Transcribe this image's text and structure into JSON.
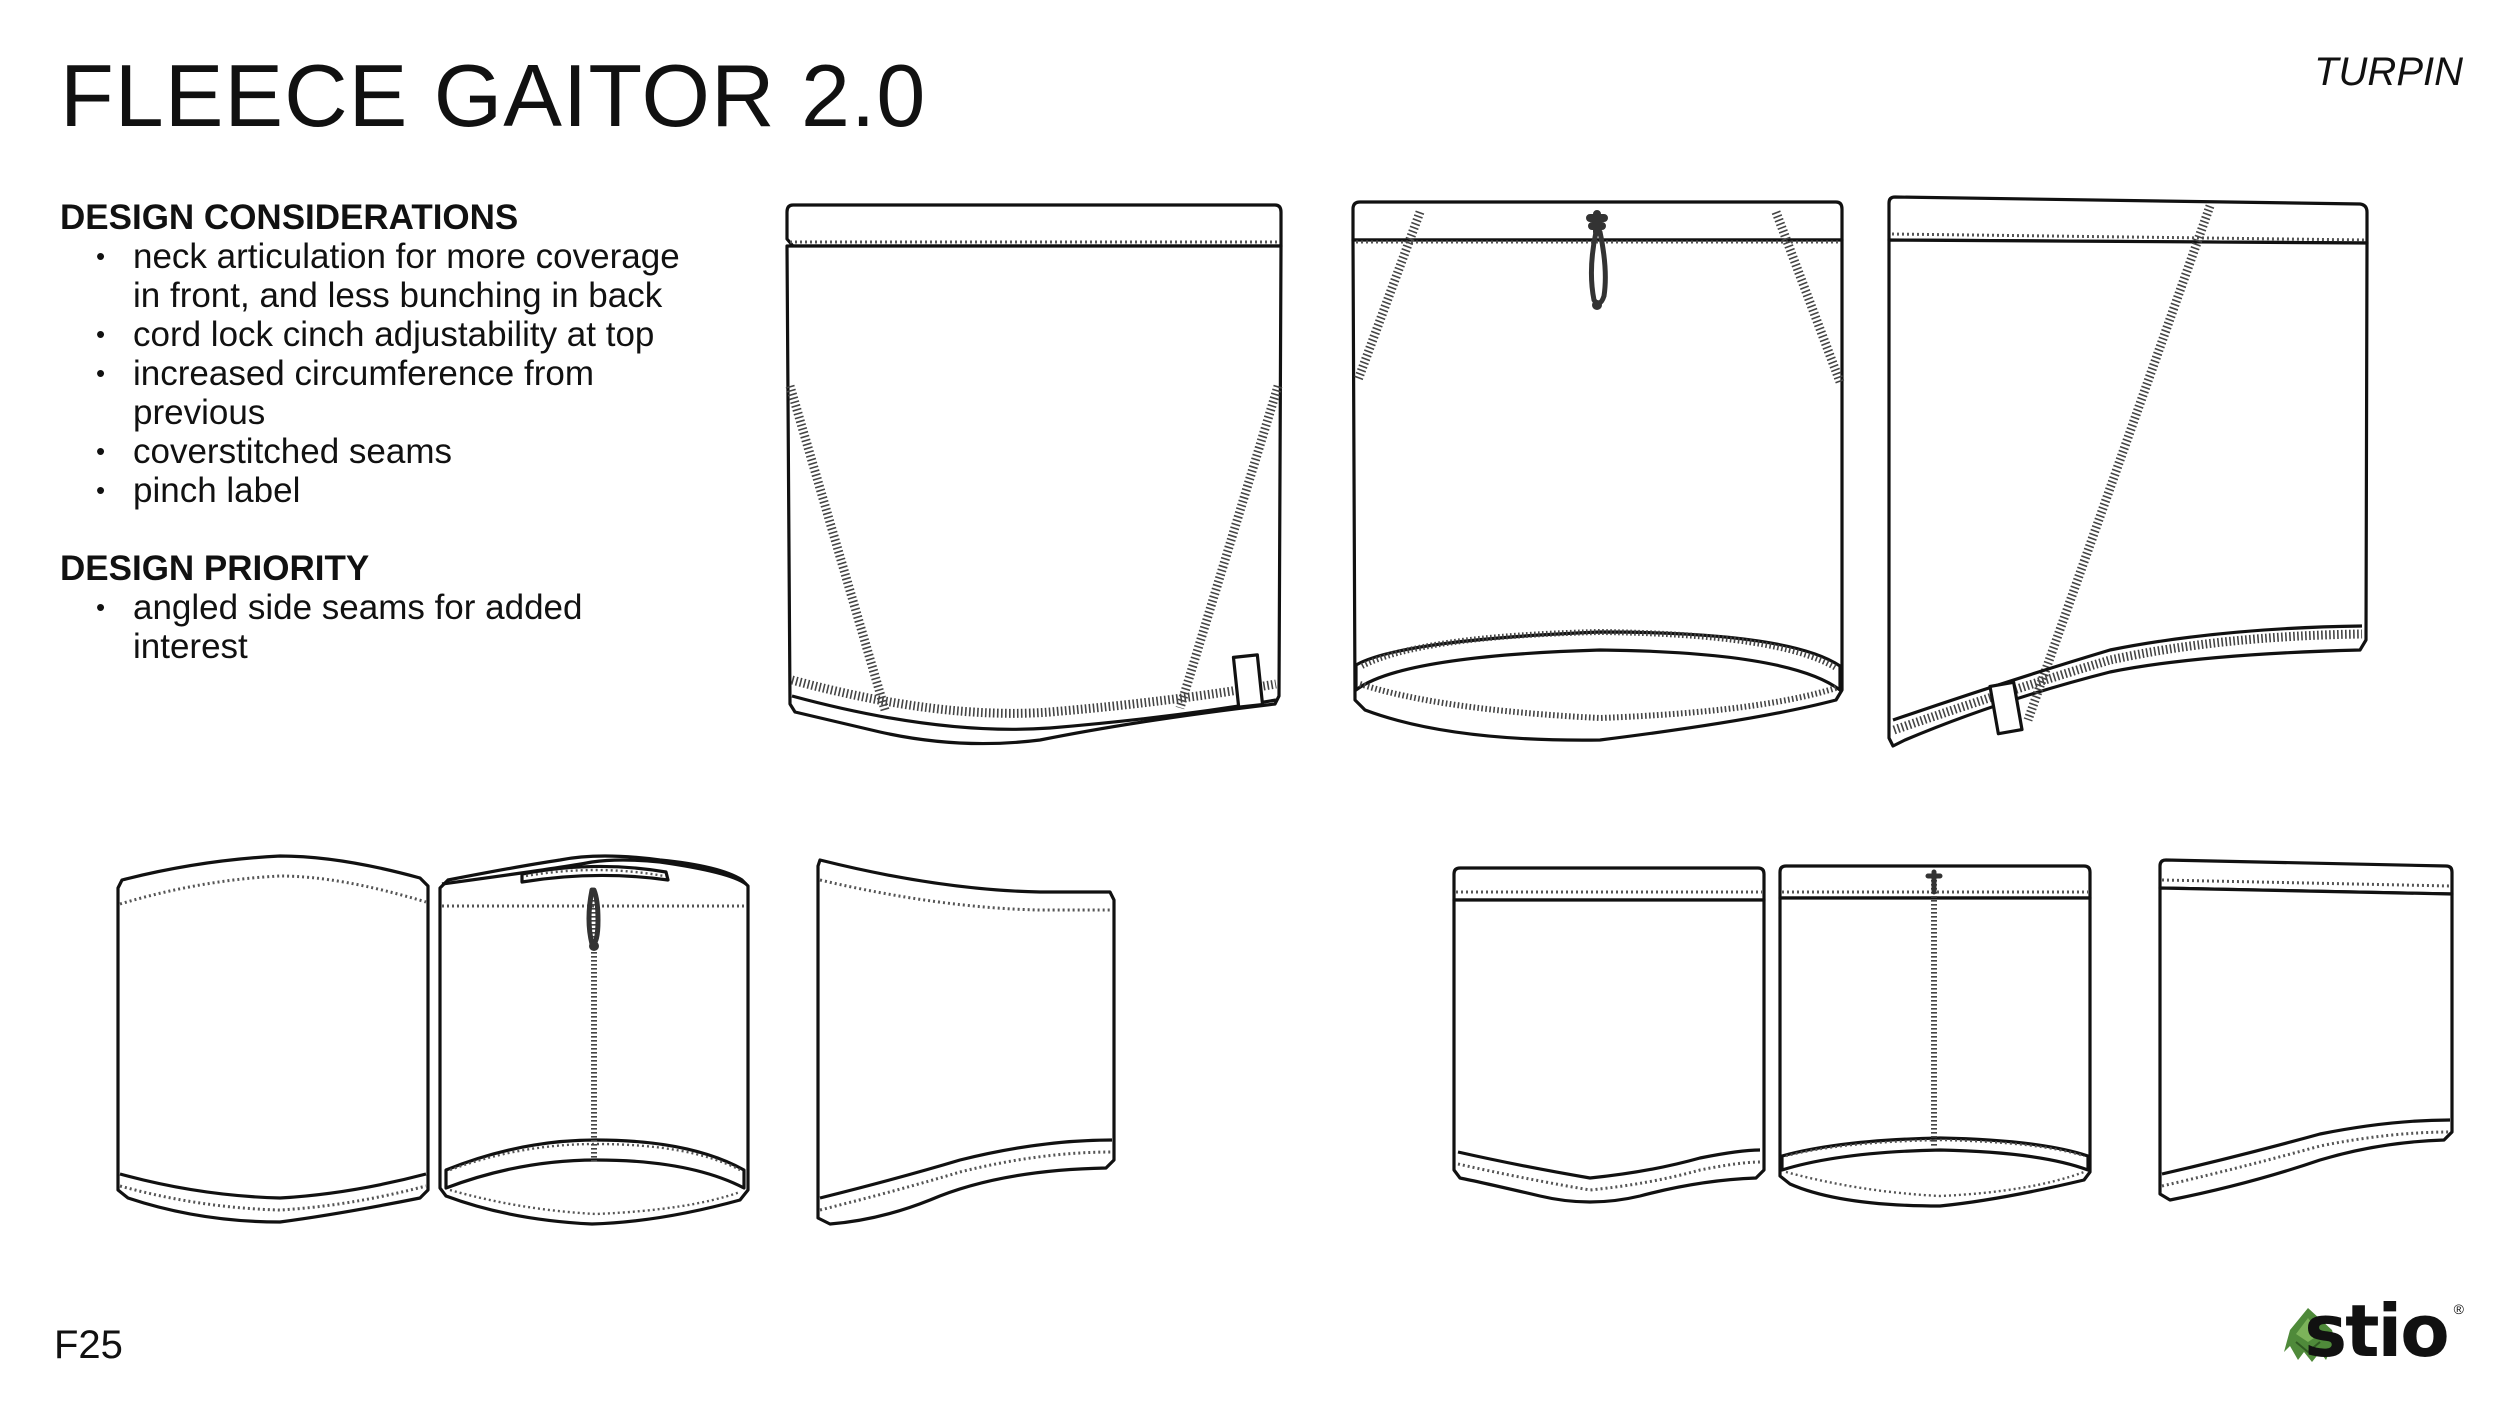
{
  "header": {
    "title": "FLEECE GAITOR 2.0",
    "designer": "TURPIN"
  },
  "design_considerations": {
    "heading": "DESIGN CONSIDERATIONS",
    "items": [
      "neck articulation for more coverage in front, and less bunching in back",
      "cord lock cinch adjustability at top",
      "increased circumference from previous",
      "coverstitched seams",
      "pinch label"
    ]
  },
  "design_priority": {
    "heading": "DESIGN PRIORITY",
    "items": [
      "angled side seams for added interest"
    ]
  },
  "footer": {
    "season": "F25",
    "brand": "stio"
  },
  "colors": {
    "ink": "#111111",
    "stitch": "#555555",
    "logo_green": "#4f8a3a"
  },
  "sketches": [
    "flat-front-angled-seams",
    "flat-back-cordlock",
    "flat-side-angled-seam",
    "previous-front",
    "previous-back-cordlock",
    "previous-side",
    "alt-front",
    "alt-back-cordlock",
    "alt-side"
  ]
}
